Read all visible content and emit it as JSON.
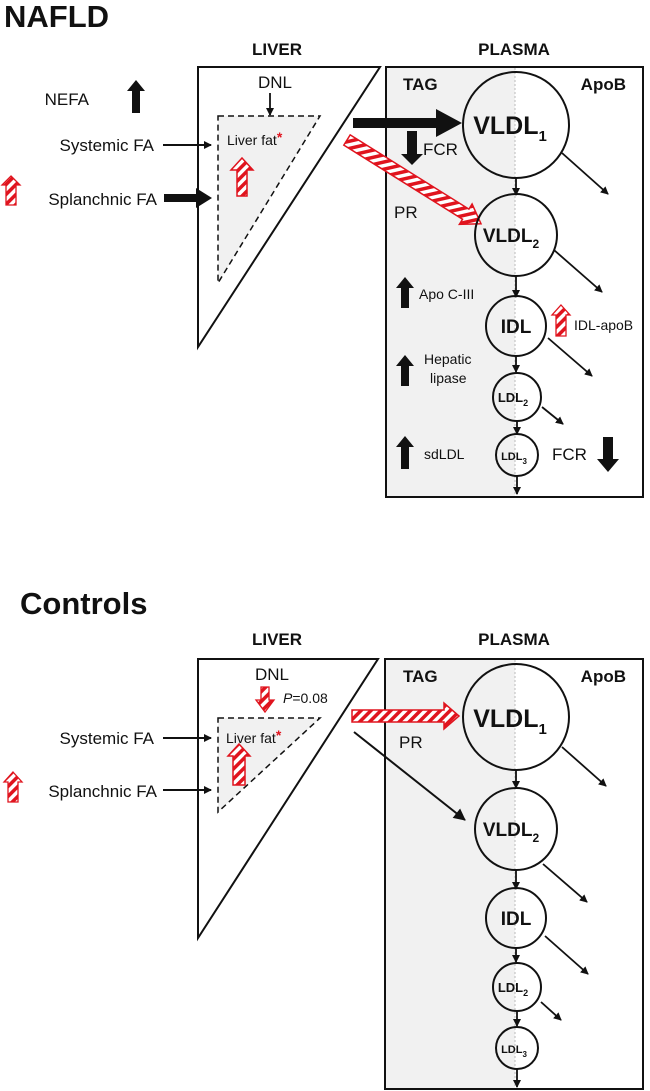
{
  "colors": {
    "accent_red": "#e0141e",
    "ink": "#111111",
    "tag_panel_fill": "#f1f1f1",
    "liver_fat_fill": "#f1f1f1"
  },
  "panels": [
    {
      "id": "nafld",
      "title": "NAFLD",
      "liver_header": "LIVER",
      "plasma_header": "PLASMA",
      "tag_label": "TAG",
      "apob_label": "ApoB",
      "dnl_label": "DNL",
      "dnl_change": "none",
      "liver_fat_label": "Liver fat",
      "liver_fat_mark": "*",
      "liver_fat_change": "increase-striped",
      "nefa_label": "NEFA",
      "nefa_change": "increase-solid",
      "systemic_fa_label": "Systemic FA",
      "splanchnic_fa_label": "Splanchnic FA",
      "splanchnic_fa_change": "increase-striped",
      "fcr_label": "FCR",
      "pr_label": "PR",
      "particles": [
        {
          "name": "VLDL",
          "sub": "1"
        },
        {
          "name": "VLDL",
          "sub": "2"
        },
        {
          "name": "IDL",
          "sub": ""
        },
        {
          "name": "LDL",
          "sub": "2"
        },
        {
          "name": "LDL",
          "sub": "3"
        }
      ],
      "annotations": [
        {
          "label": "Apo C-III",
          "change": "increase-solid"
        },
        {
          "label": "Hepatic",
          "label2": "lipase",
          "change": "increase-solid"
        },
        {
          "label": "sdLDL",
          "change": "increase-solid"
        },
        {
          "label": "IDL-apoB",
          "change": "increase-striped"
        },
        {
          "label": "FCR",
          "change": "decrease-solid"
        }
      ]
    },
    {
      "id": "controls",
      "title": "Controls",
      "liver_header": "LIVER",
      "plasma_header": "PLASMA",
      "tag_label": "TAG",
      "apob_label": "ApoB",
      "dnl_label": "DNL",
      "dnl_change": "decrease-striped",
      "dnl_p_label": "P",
      "dnl_p_value": "=0.08",
      "liver_fat_label": "Liver fat",
      "liver_fat_mark": "*",
      "liver_fat_change": "increase-striped",
      "systemic_fa_label": "Systemic FA",
      "splanchnic_fa_label": "Splanchnic FA",
      "splanchnic_fa_change": "increase-striped",
      "pr_label": "PR",
      "particles": [
        {
          "name": "VLDL",
          "sub": "1"
        },
        {
          "name": "VLDL",
          "sub": "2"
        },
        {
          "name": "IDL",
          "sub": ""
        },
        {
          "name": "LDL",
          "sub": "2"
        },
        {
          "name": "LDL",
          "sub": "3"
        }
      ]
    }
  ]
}
